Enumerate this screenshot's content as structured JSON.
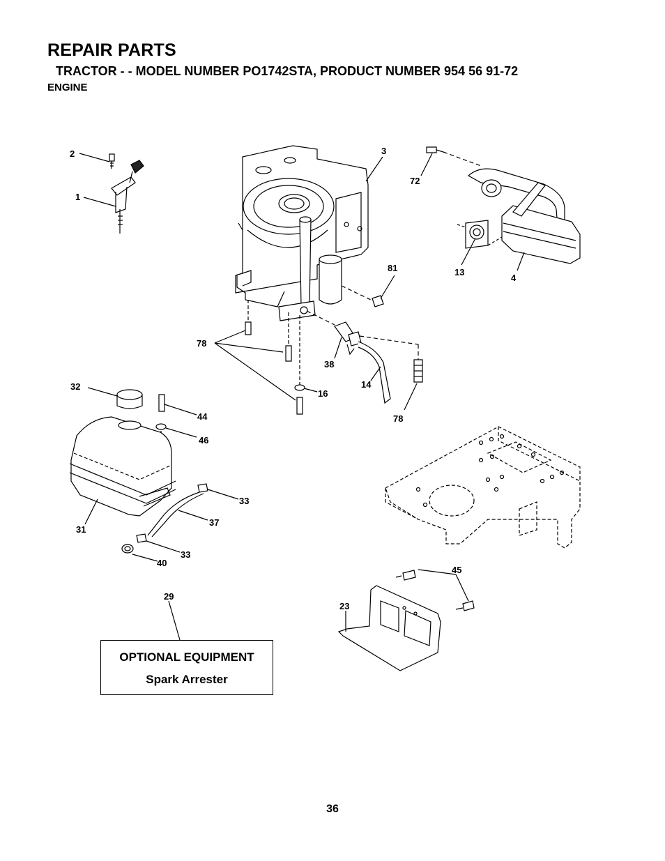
{
  "header": {
    "title": "REPAIR PARTS",
    "subtitle": "TRACTOR - - MODEL NUMBER PO1742STA, PRODUCT NUMBER 954 56 91-72",
    "section": "ENGINE"
  },
  "callouts": {
    "c1": "1",
    "c2": "2",
    "c3": "3",
    "c4": "4",
    "c13": "13",
    "c14": "14",
    "c16": "16",
    "c23": "23",
    "c29": "29",
    "c31": "31",
    "c32": "32",
    "c33a": "33",
    "c33b": "33",
    "c37": "37",
    "c38": "38",
    "c40": "40",
    "c44": "44",
    "c45": "45",
    "c46": "46",
    "c72": "72",
    "c78a": "78",
    "c78b": "78",
    "c81": "81"
  },
  "optional_equipment": {
    "heading": "OPTIONAL EQUIPMENT",
    "item": "Spark Arrester"
  },
  "footer": {
    "page_number": "36"
  }
}
